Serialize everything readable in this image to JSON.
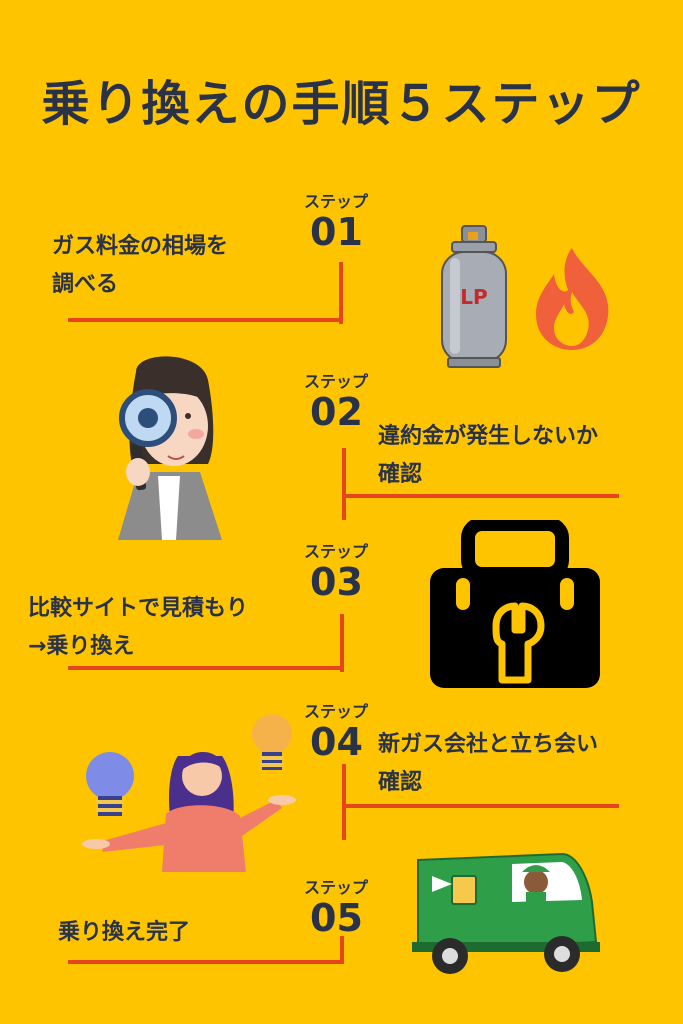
{
  "title": "乗り換えの手順５ステップ",
  "steps": [
    {
      "label": "ステップ",
      "number": "01",
      "text_lines": [
        "ガス料金の相場を",
        "調べる"
      ],
      "icon": "lp-gas-cylinder-icon"
    },
    {
      "label": "ステップ",
      "number": "02",
      "text_lines": [
        "違約金が発生しないか",
        "確認"
      ],
      "icon": "woman-magnifier-icon"
    },
    {
      "label": "ステップ",
      "number": "03",
      "text_lines": [
        "比較サイトで見積もり",
        "→乗り換え"
      ],
      "icon": "toolbox-icon"
    },
    {
      "label": "ステップ",
      "number": "04",
      "text_lines": [
        "新ガス会社と立ち会い",
        "確認"
      ],
      "icon": "woman-lightbulbs-icon"
    },
    {
      "label": "ステップ",
      "number": "05",
      "text_lines": [
        "乗り換え完了"
      ],
      "icon": "delivery-truck-icon"
    }
  ],
  "cylinder_label": "LP",
  "colors": {
    "background": "#FFC400",
    "text": "#2A3247",
    "line": "#E5451F"
  }
}
